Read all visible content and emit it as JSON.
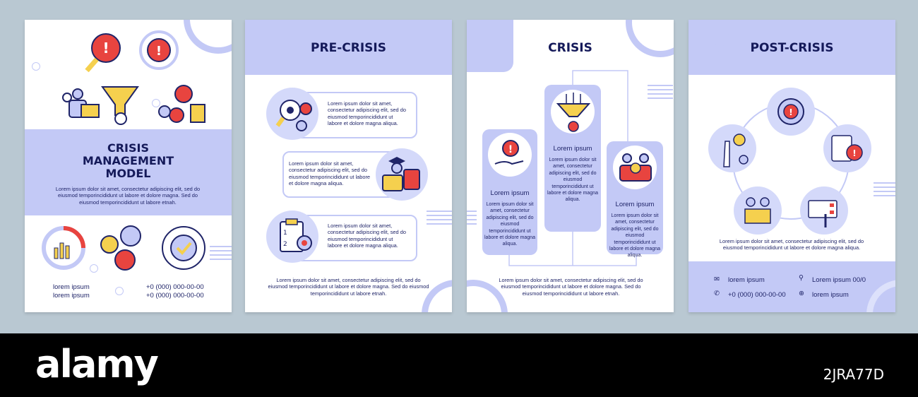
{
  "cover": {
    "title": "CRISIS MANAGEMENT MODEL",
    "intro": "Lorem ipsum dolor sit amet, consectetur adipiscing elit, sed do eiusmod temporincididunt ut labore et dolore magna. Sed do eiusmod temporincididunt ut labore etnah.",
    "contact_left_1": "lorem ipsum",
    "contact_left_2": "lorem ipsum",
    "contact_right_1": "+0 (000) 000-00-00",
    "contact_right_2": "+0 (000) 000-00-00"
  },
  "pre_crisis": {
    "title": "PRE-CRISIS",
    "items": [
      {
        "text": "Lorem ipsum dolor sit amet, consectetur adipiscing elit, sed do eiusmod temporincididunt ut labore et dolore magna aliqua."
      },
      {
        "text": "Lorem ipsum dolor sit amet, consectetur adipiscing elit, sed do eiusmod temporincididunt ut labore et dolore magna aliqua."
      },
      {
        "text": "Lorem ipsum dolor sit amet, consectetur adipiscing elit, sed do eiusmod temporincididunt ut labore et dolore magna aliqua."
      }
    ],
    "footer": "Lorem ipsum dolor sit amet, consectetur adipiscing elit, sed do eiusmod temporincididunt ut labore et dolore magna. Sed do eiusmod temporincididunt ut labore etnah."
  },
  "crisis": {
    "title": "CRISIS",
    "columns": [
      {
        "heading": "Lorem ipsum",
        "text": "Lorem ipsum dolor sit amet, consectetur adipiscing elit, sed do eiusmod temporincididunt ut labore et dolore magna aliqua."
      },
      {
        "heading": "Lorem ipsum",
        "text": "Lorem ipsum dolor sit amet, consectetur adipiscing elit, sed do eiusmod temporincididunt ut labore et dolore magna aliqua."
      },
      {
        "heading": "Lorem ipsum",
        "text": "Lorem ipsum dolor sit amet, consectetur adipiscing elit, sed do eiusmod temporincididunt ut labore et dolore magna aliqua."
      }
    ],
    "footer": "Lorem ipsum dolor sit amet, consectetur adipiscing elit, sed do eiusmod temporincididunt ut labore et dolore magna. Sed do eiusmod temporincididunt ut labore etnah."
  },
  "post_crisis": {
    "title": "POST-CRISIS",
    "text": "Lorem ipsum dolor sit amet, consectetur adipiscing elit, sed do eiusmod temporincididunt ut labore et dolore magna aliqua.",
    "contact_email": "lorem ipsum",
    "contact_address": "Lorem ipsum 00/0",
    "contact_phone": "+0 (000) 000-00-00",
    "contact_web": "lorem ipsum"
  },
  "watermark": {
    "brand": "alamy",
    "image_id": "2JRA77D"
  },
  "colors": {
    "accent": "#c3c9f6",
    "text": "#1f2468",
    "title": "#151a5a",
    "alert_red": "#e8443f",
    "yellow": "#f5d04e"
  }
}
